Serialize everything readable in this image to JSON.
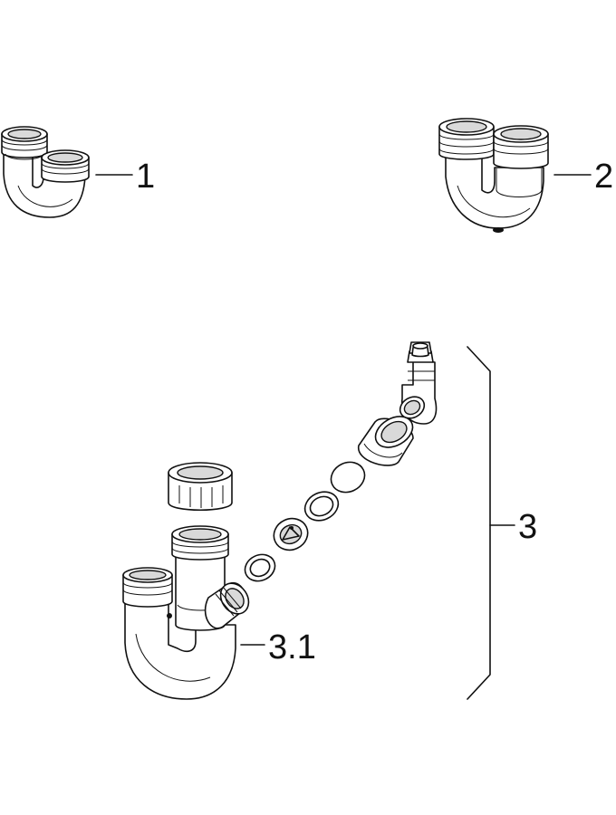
{
  "callouts": {
    "part_1": "1",
    "part_2": "2",
    "part_3": "3",
    "part_3_1": "3.1"
  }
}
